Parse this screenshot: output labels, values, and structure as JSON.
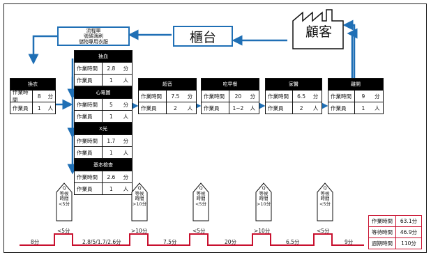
{
  "top_labels": {
    "counter": "櫃台",
    "customer": "顧客"
  },
  "note": {
    "lines": [
      "流程單",
      "號碼簿刷",
      "儲物專用衣服"
    ]
  },
  "processes": {
    "changing": {
      "title": "換衣",
      "time_label": "作業時間",
      "time": "8",
      "time_unit": "分",
      "staff_label": "作業員",
      "staff": "1",
      "staff_unit": "人"
    },
    "blood": {
      "title": "抽血",
      "time_label": "作業時間",
      "time": "2.8",
      "time_unit": "分",
      "staff_label": "作業員",
      "staff": "1",
      "staff_unit": "人"
    },
    "ecg": {
      "title": "心電圖",
      "time_label": "作業時間",
      "time": "5",
      "time_unit": "分",
      "staff_label": "作業員",
      "staff": "1",
      "staff_unit": "人"
    },
    "xray": {
      "title": "X光",
      "time_label": "作業時間",
      "time": "1.7",
      "time_unit": "分",
      "staff_label": "作業員",
      "staff": "1",
      "staff_unit": "人"
    },
    "basic": {
      "title": "基本檢查",
      "time_label": "作業時間",
      "time": "2.6",
      "time_unit": "分",
      "staff_label": "作業員",
      "staff": "1",
      "staff_unit": "人"
    },
    "ultrasound": {
      "title": "超音",
      "time_label": "作業時間",
      "time": "7.5",
      "time_unit": "分",
      "staff_label": "作業員",
      "staff": "2",
      "staff_unit": "人"
    },
    "breakfast": {
      "title": "吃早餐",
      "time_label": "作業時間",
      "time": "20",
      "time_unit": "分",
      "staff_label": "作業員",
      "staff": "1~2",
      "staff_unit": "人"
    },
    "doctor": {
      "title": "家醫",
      "time_label": "作業時間",
      "time": "6.5",
      "time_unit": "分",
      "staff_label": "作業員",
      "staff": "2",
      "staff_unit": "人"
    },
    "checkout": {
      "title": "離開",
      "time_label": "作業時間",
      "time": "9",
      "time_unit": "分",
      "staff_label": "作業員",
      "staff": "1",
      "staff_unit": "人"
    }
  },
  "waits": [
    {
      "symbol": "Q",
      "line1": "等候",
      "line2": "時間",
      "value": "<5分"
    },
    {
      "symbol": "Q",
      "line1": "等候",
      "line2": "時間",
      "value": ">10分"
    },
    {
      "symbol": "Q",
      "line1": "等候",
      "line2": "時間",
      "value": "<5分"
    },
    {
      "symbol": "Q",
      "line1": "等候",
      "line2": "時間",
      "value": ">10分"
    },
    {
      "symbol": "Q",
      "line1": "等候",
      "line2": "時間",
      "value": "<5分"
    }
  ],
  "timeline": {
    "process_times": [
      "8分",
      "2.8/5/1.7/2.6分",
      "7.5分",
      "20分",
      "6.5分",
      "9分"
    ],
    "wait_times": [
      "<5分",
      ">10分",
      "<5分",
      ">10分",
      "<5分"
    ]
  },
  "summary": [
    {
      "label": "作業時間",
      "value": "63.1分"
    },
    {
      "label": "等待時間",
      "value": "46.9分"
    },
    {
      "label": "週期時間",
      "value": "110分"
    }
  ],
  "colors": {
    "arrow": "#1f6fb5",
    "timeline": "#c8102e",
    "header": "#000000"
  }
}
